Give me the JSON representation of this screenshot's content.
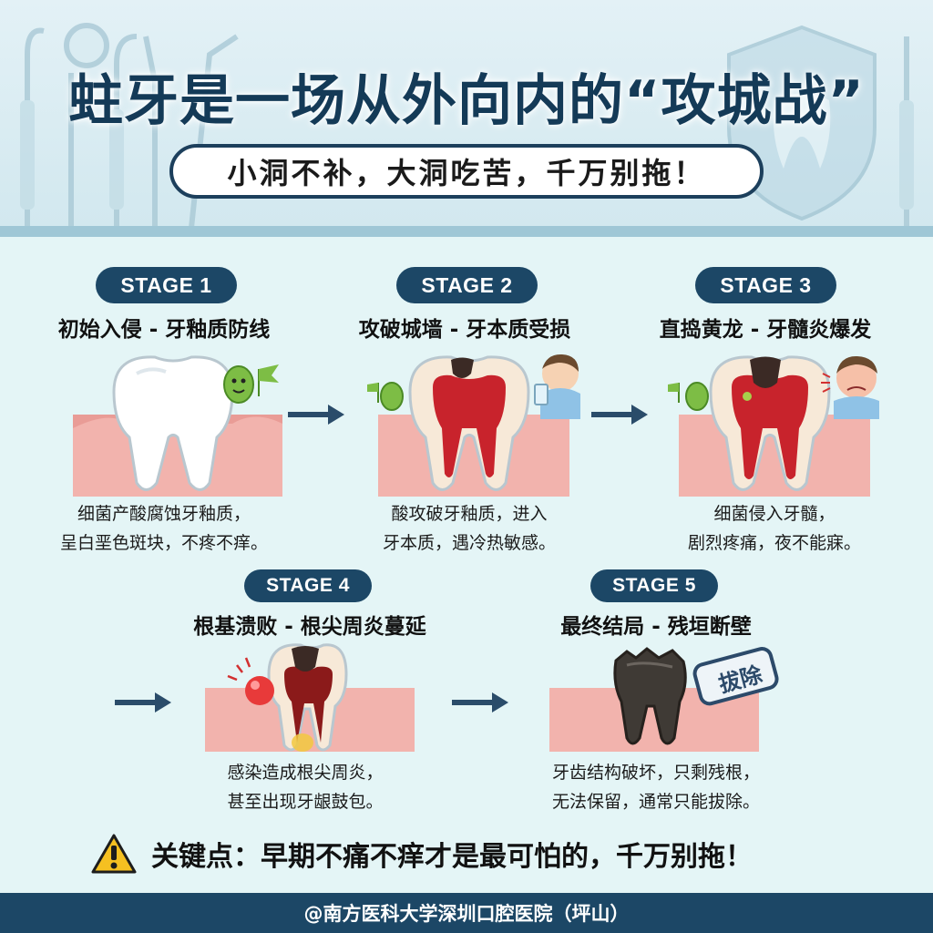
{
  "header": {
    "title": "蛀牙是一场从外向内的“攻城战”",
    "subtitle": "小洞不补，大洞吃苦，千万别拖！"
  },
  "stages": [
    {
      "badge": "STAGE 1",
      "title": "初始入侵 - 牙釉质防线",
      "desc_line1": "细菌产酸腐蚀牙釉质，",
      "desc_line2": "呈白垩色斑块，不疼不痒。"
    },
    {
      "badge": "STAGE 2",
      "title": "攻破城墙 - 牙本质受损",
      "desc_line1": "酸攻破牙釉质，进入",
      "desc_line2": "牙本质，遇冷热敏感。"
    },
    {
      "badge": "STAGE 3",
      "title": "直捣黄龙 - 牙髓炎爆发",
      "desc_line1": "细菌侵入牙髓，",
      "desc_line2": "剧烈疼痛，夜不能寐。"
    },
    {
      "badge": "STAGE 4",
      "title": "根基溃败 - 根尖周炎蔓延",
      "desc_line1": "感染造成根尖周炎，",
      "desc_line2": "甚至出现牙龈鼓包。"
    },
    {
      "badge": "STAGE 5",
      "title": "最终结局 - 残垣断壁",
      "desc_line1": "牙齿结构破坏，只剩残根，",
      "desc_line2": "无法保留，通常只能拔除。",
      "stamp": "拔除"
    }
  ],
  "keypoint": {
    "icon": "warning-icon",
    "text": "关键点：早期不痛不痒才是最可怕的，千万别拖！"
  },
  "footer": {
    "text": "@南方医科大学深圳口腔医院（坪山）"
  },
  "colors": {
    "navy": "#1c4766",
    "gum": "#f2b3ad",
    "pulp": "#c8232c",
    "warning": "#f5c021"
  }
}
